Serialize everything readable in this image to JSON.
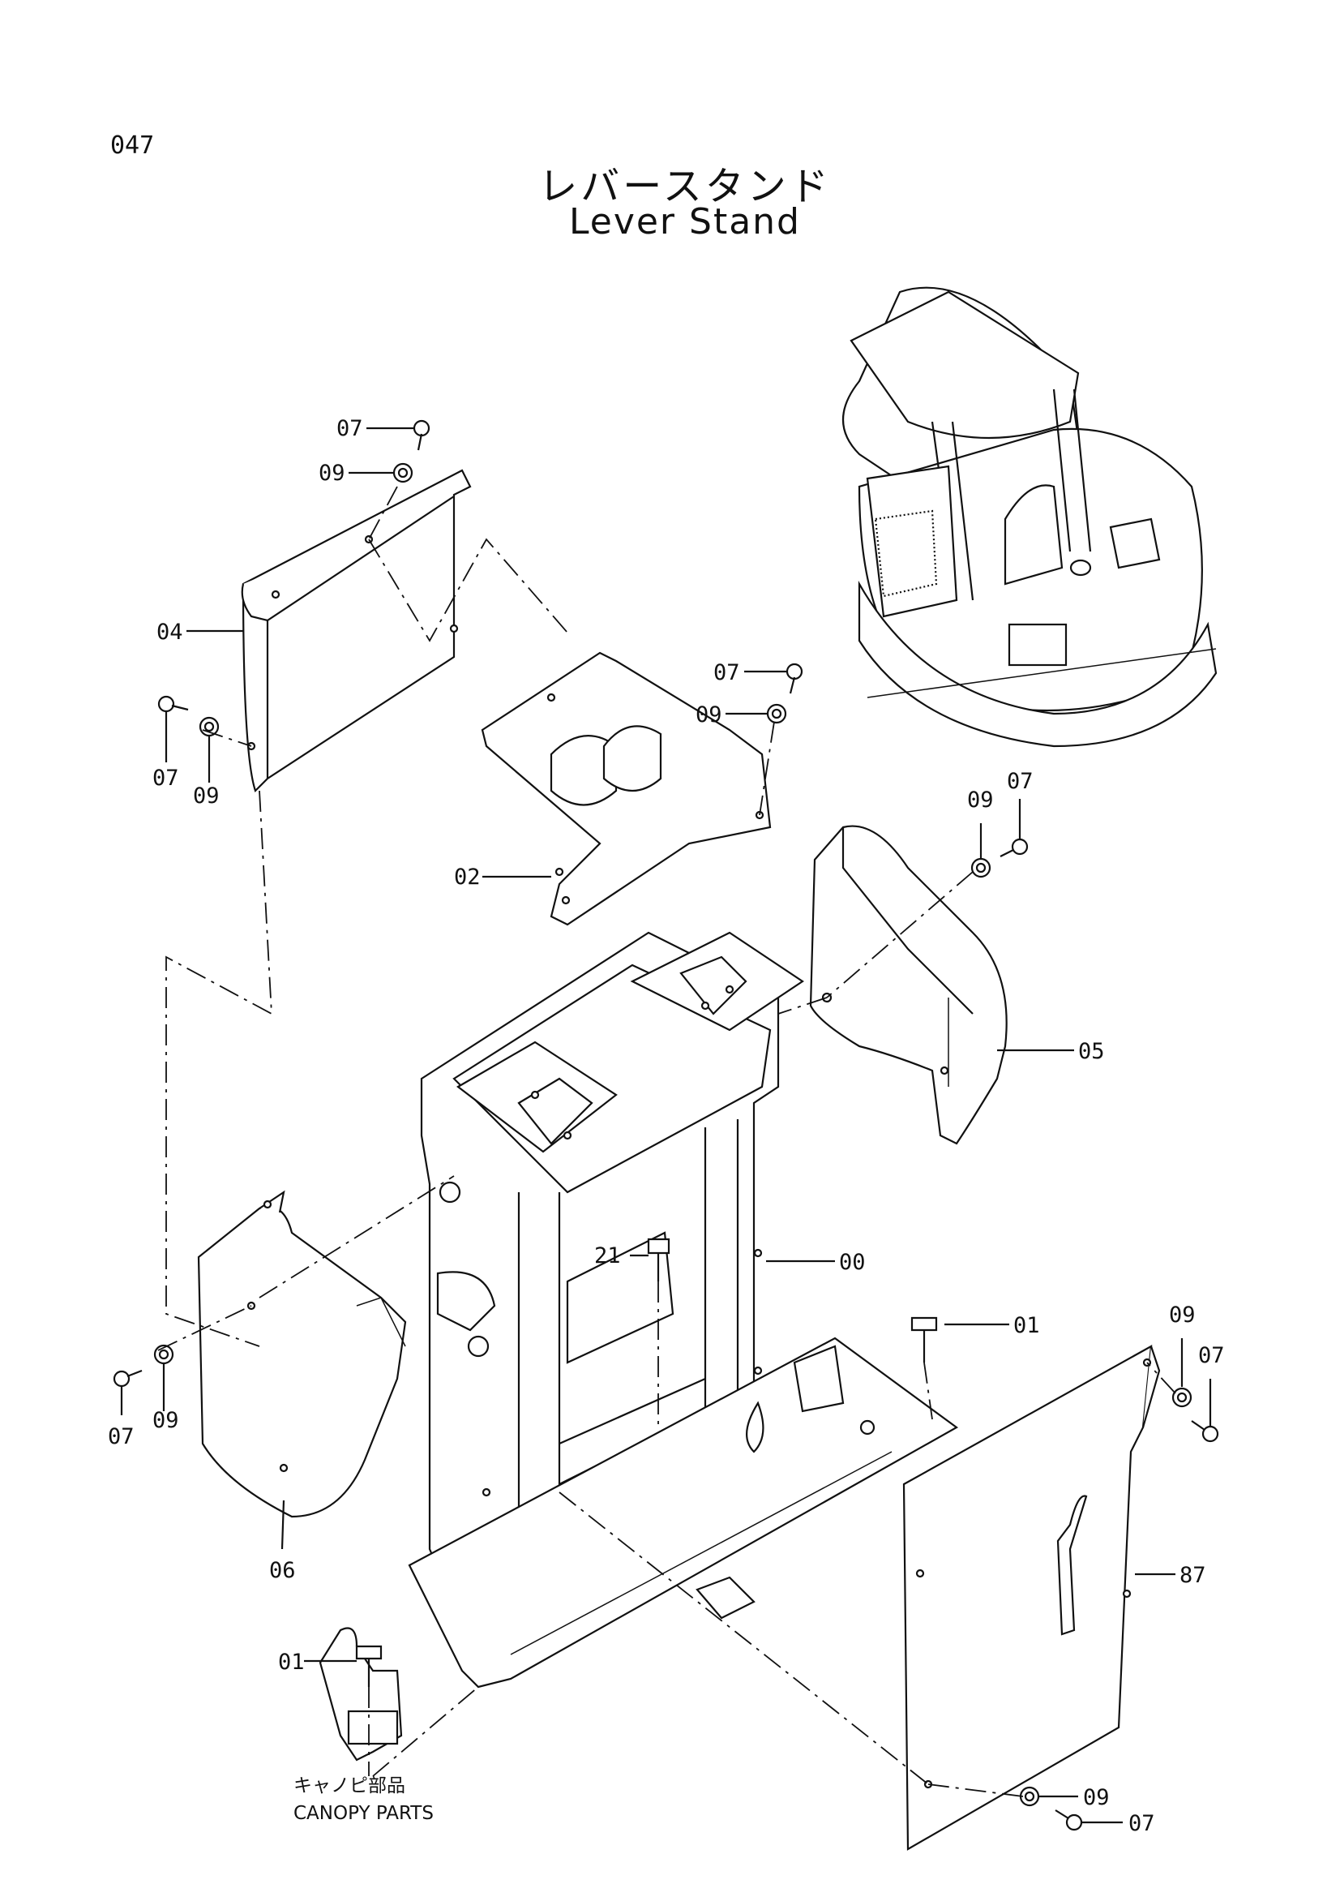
{
  "page_number": "047",
  "title_jp": "レバースタンド",
  "title_en": "Lever Stand",
  "canopy_note_jp": "キャノピ部品",
  "canopy_note_en": "CANOPY PARTS",
  "callouts": {
    "c07_top": "07",
    "c09_top": "09",
    "c04": "04",
    "c07_left": "07",
    "c09_left": "09",
    "c07_mid": "07",
    "c09_mid": "09",
    "c02": "02",
    "c09_right": "09",
    "c07_right": "07",
    "c05": "05",
    "c21": "21",
    "c00": "00",
    "c01_right": "01",
    "c09_far": "09",
    "c07_far": "07",
    "c07_lowleft": "07",
    "c09_lowleft": "09",
    "c06": "06",
    "c87": "87",
    "c01_left": "01",
    "c09_bottom": "09",
    "c07_bottom": "07"
  }
}
